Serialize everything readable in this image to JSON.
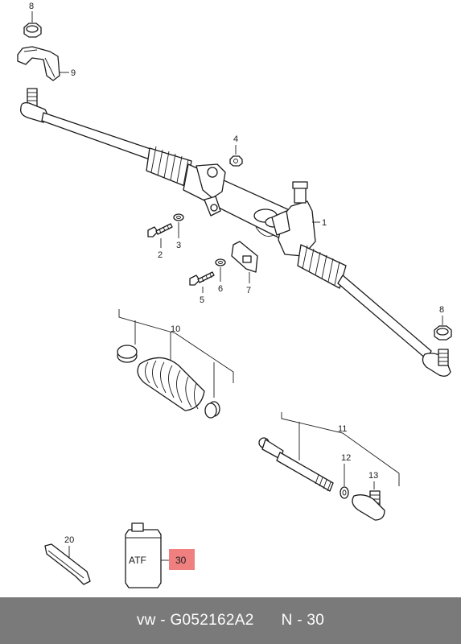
{
  "callouts": {
    "p1": "1",
    "p2": "2",
    "p3": "3",
    "p4": "4",
    "p5": "5",
    "p6": "6",
    "p7": "7",
    "p8_top": "8",
    "p8_right": "8",
    "p9": "9",
    "p10": "10",
    "p11": "11",
    "p12": "12",
    "p13": "13",
    "p20": "20",
    "p30": "30"
  },
  "container_label": "ATF",
  "highlight_color": "#f08080",
  "footer": {
    "brand_part": "vw - G052162A2",
    "number": "N - 30"
  }
}
